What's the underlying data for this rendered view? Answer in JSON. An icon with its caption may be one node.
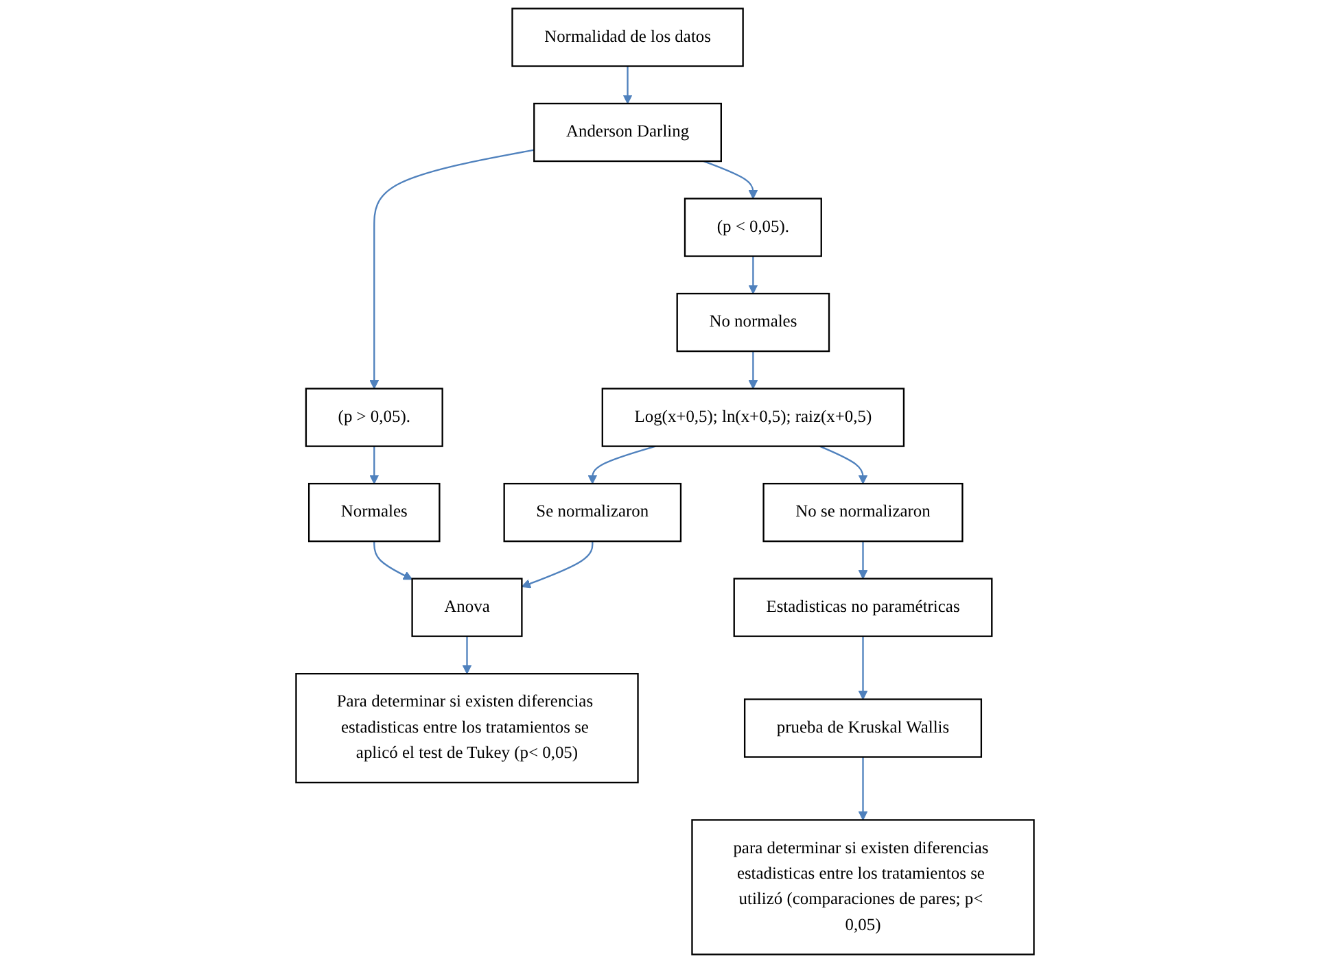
{
  "diagram": {
    "nodes": [
      {
        "text": [
          "Normalidad de los datos"
        ]
      },
      {
        "text": [
          "Anderson Darling"
        ]
      },
      {
        "text": [
          "(p > 0,05)."
        ]
      },
      {
        "text": [
          "(p < 0,05)."
        ]
      },
      {
        "text": [
          "Normales"
        ]
      },
      {
        "text": [
          "No normales"
        ]
      },
      {
        "text": [
          "Anova"
        ]
      },
      {
        "text": [
          "Log(x+0,5); ln(x+0,5); raiz(x+0,5)"
        ]
      },
      {
        "text": [
          "Para determinar si existen diferencias estadisticas entre los tratamientos se aplicó el test de Tukey (p< 0,05)"
        ]
      },
      {
        "text": [
          "Se normalizaron"
        ]
      },
      {
        "text": [
          "No se normalizaron"
        ]
      },
      {
        "text": [
          "Estadisticas no paramétricas"
        ]
      },
      {
        "text": [
          "prueba de Kruskal Wallis"
        ]
      },
      {
        "text": [
          "para determinar si existen diferencias estadisticas entre los tratamientos se utilizó (comparaciones de pares; p< 0,05)"
        ]
      }
    ],
    "edges": [
      {
        "from": 0,
        "to": 1,
        "arrow": "to"
      },
      {
        "from": 1,
        "to": 2,
        "arrow": "to"
      },
      {
        "from": 1,
        "to": 3,
        "arrow": "to"
      },
      {
        "from": 2,
        "to": 4,
        "arrow": "to"
      },
      {
        "from": 3,
        "to": 5,
        "arrow": "to"
      },
      {
        "from": 4,
        "to": 6,
        "arrow": "to"
      },
      {
        "from": 5,
        "to": 7,
        "arrow": "to"
      },
      {
        "from": 6,
        "to": 8,
        "arrow": "to"
      },
      {
        "from": 7,
        "to": 9,
        "arrow": "to"
      },
      {
        "from": 7,
        "to": 10,
        "arrow": "to"
      },
      {
        "from": 9,
        "to": 6,
        "arrow": "to"
      },
      {
        "from": 10,
        "to": 11,
        "arrow": "to"
      },
      {
        "from": 11,
        "to": 12,
        "arrow": "to"
      },
      {
        "from": 12,
        "to": 13,
        "arrow": "to"
      }
    ]
  }
}
